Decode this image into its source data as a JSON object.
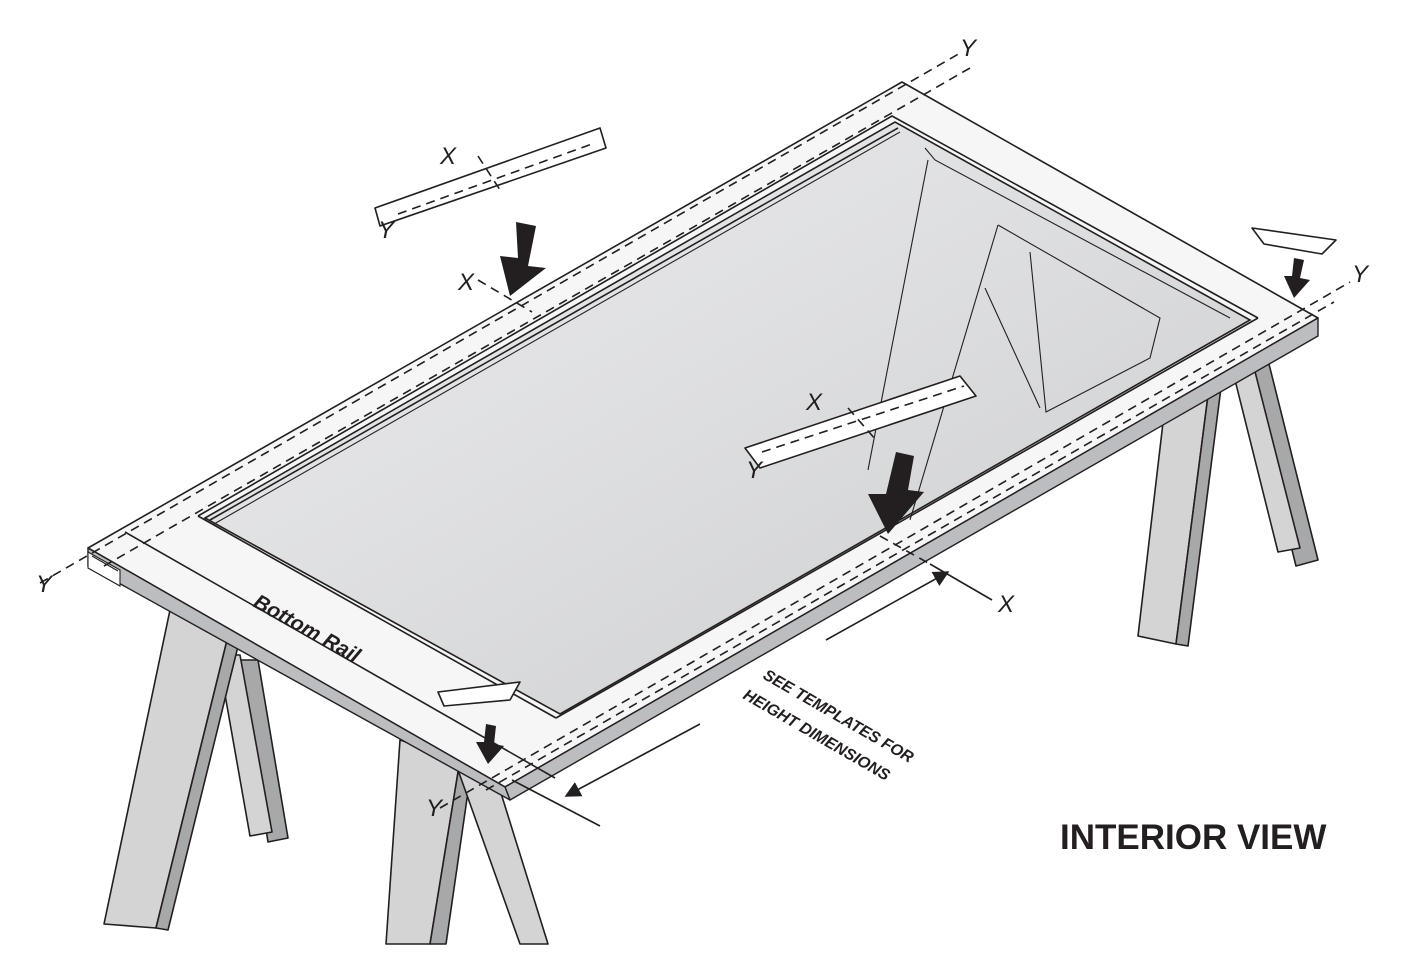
{
  "labels": {
    "bottom_rail": "Bottom Rail",
    "note_line1": "SEE TEMPLATES FOR",
    "note_line2": "HEIGHT DIMENSIONS",
    "view_title": "INTERIOR VIEW",
    "axis_x": "X",
    "axis_y": "Y"
  },
  "colors": {
    "line": "#231f20",
    "glass": "#d8d9db",
    "sawhorse": "#d4d4d5",
    "frame": "#f6f6f6"
  },
  "icons": [
    "down-arrow-icon",
    "dimension-arrow-icon"
  ]
}
